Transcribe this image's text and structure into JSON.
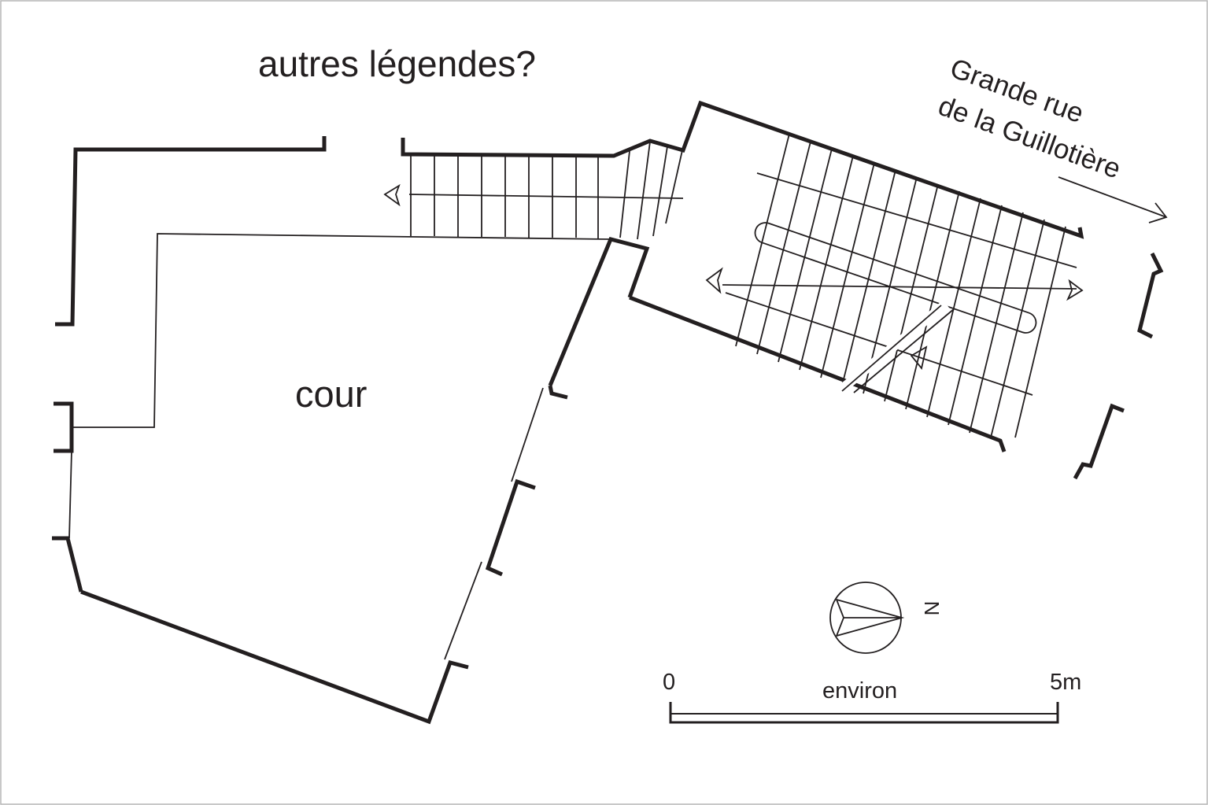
{
  "title": "autres légendes?",
  "courtyard_label": "cour",
  "street_label_line1": "Grande rue",
  "street_label_line2": "de la Guillotière",
  "north_label": "N",
  "scale": {
    "start_label": "0",
    "end_label": "5m",
    "caption": "environ"
  },
  "colors": {
    "ink": "#231f20",
    "background": "#ffffff",
    "frame": "#b5b5b5"
  }
}
